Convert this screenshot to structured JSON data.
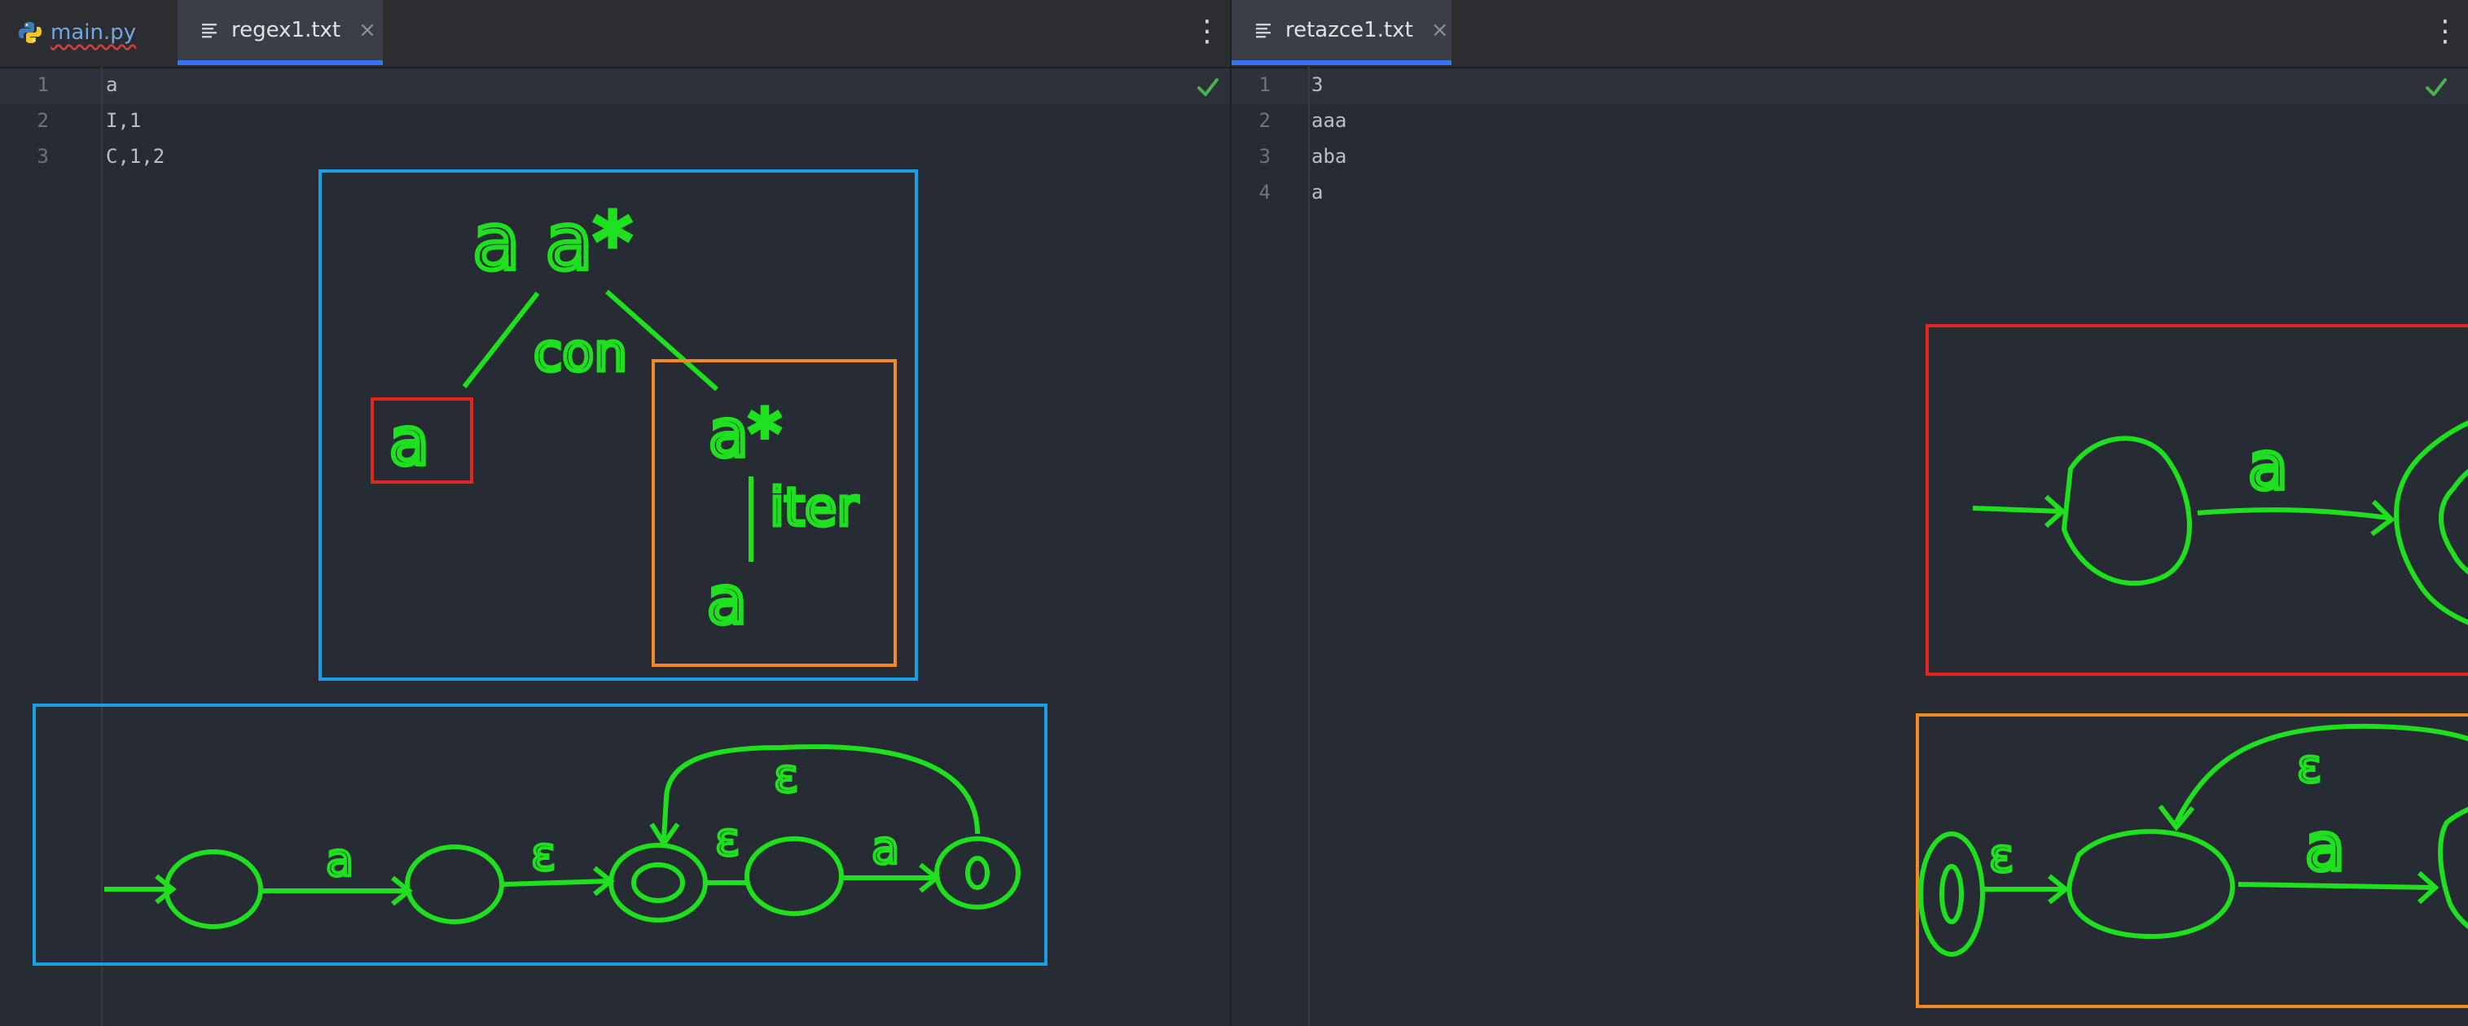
{
  "left_editor": {
    "tabs": [
      {
        "label": "main.py",
        "active": false
      },
      {
        "label": "regex1.txt",
        "active": true
      }
    ],
    "lines": [
      {
        "num": "1",
        "text": "a"
      },
      {
        "num": "2",
        "text": "I,1"
      },
      {
        "num": "3",
        "text": "C,1,2"
      }
    ]
  },
  "right_editor": {
    "tabs": [
      {
        "label": "retazce1.txt",
        "active": true
      }
    ],
    "lines": [
      {
        "num": "1",
        "text": "3"
      },
      {
        "num": "2",
        "text": "aaa"
      },
      {
        "num": "3",
        "text": "aba"
      },
      {
        "num": "4",
        "text": "a"
      }
    ]
  },
  "icons": {
    "close": "×",
    "more": "⋮",
    "python": "python-icon",
    "text_file": "text-file-icon",
    "check": "check-icon"
  },
  "colors": {
    "ink_green": "#1ee01e",
    "box_blue": "#1a9fe0",
    "box_red": "#e0261e",
    "box_orange": "#f08a24",
    "accent_tab": "#3574f0",
    "check_green": "#4caf50"
  },
  "annotations": {
    "tree_root": "a a*",
    "concat_label": "con",
    "tree_left_leaf": "a",
    "tree_right_node": "a*",
    "iter_label": "iter",
    "tree_iter_child": "a",
    "single_nfa_label": "a",
    "concat_nfa_labels": [
      "a",
      "ε",
      "ε",
      "a",
      "ε"
    ],
    "star_nfa_labels": [
      "ε",
      "a",
      "ε"
    ]
  }
}
